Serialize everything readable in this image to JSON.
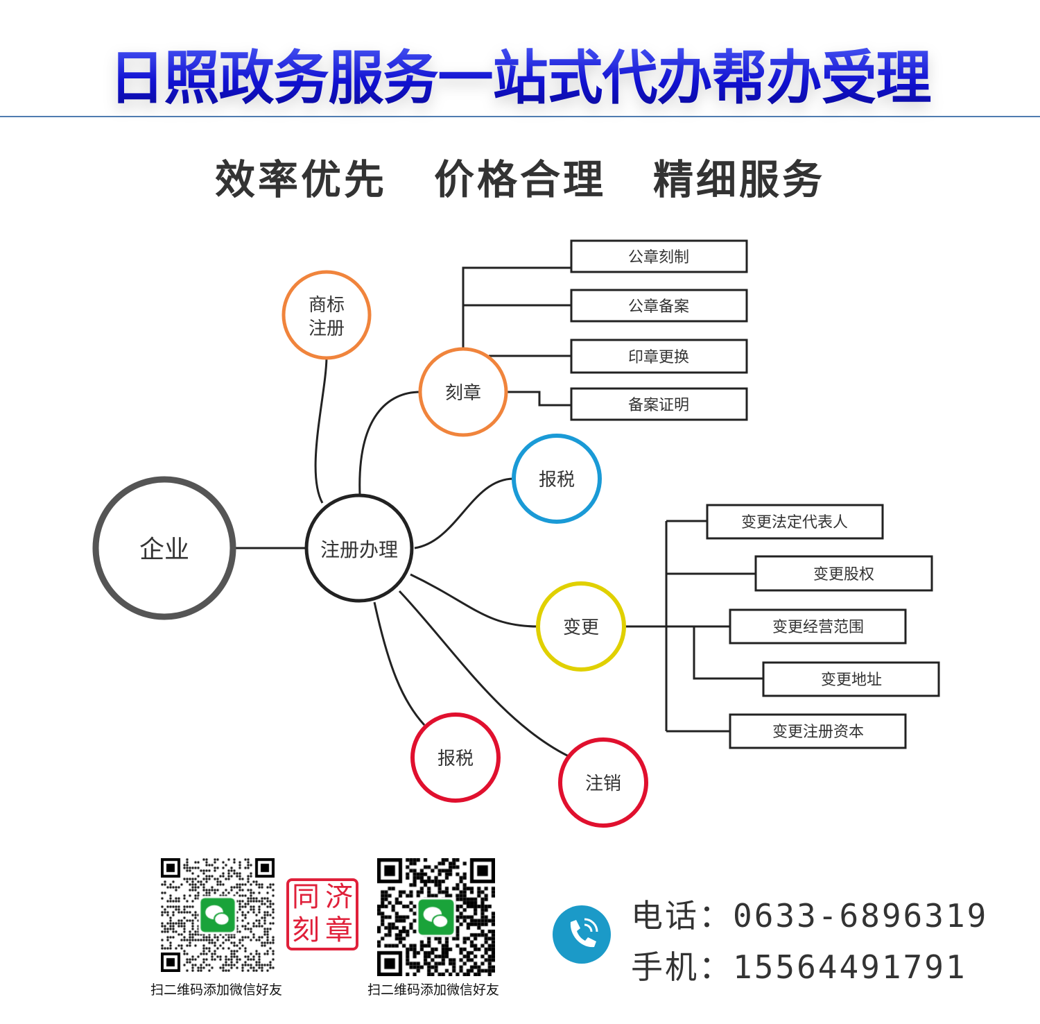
{
  "header": {
    "title": "日照政务服务一站式代办帮办受理"
  },
  "slogans": [
    "效率优先",
    "价格合理",
    "精细服务"
  ],
  "diagram": {
    "root": "企业",
    "hub": "注册办理",
    "nodes": {
      "trademark": "商标注册",
      "trademark_l1": "商标",
      "trademark_l2": "注册",
      "seal": "刻章",
      "tax_blue": "报税",
      "change": "变更",
      "tax_red": "报税",
      "cancel": "注销"
    },
    "seal_items": [
      "公章刻制",
      "公章备案",
      "印章更换",
      "备案证明"
    ],
    "change_items": [
      "变更法定代表人",
      "变更股权",
      "变更经营范围",
      "变更地址",
      "变更注册资本"
    ],
    "colors": {
      "orange": "#f0843c",
      "blue": "#1a9ad6",
      "yellow": "#e0d000",
      "red": "#e0102e",
      "dark": "#222222",
      "root": "#555555"
    }
  },
  "footer": {
    "qr_captions": [
      "扫二维码添加微信好友",
      "扫二维码添加微信好友"
    ],
    "seal_logo": [
      "同",
      "济",
      "刻",
      "章"
    ],
    "phone_label": "电话：",
    "phone": "0633-6896319",
    "mobile_label": "手机：",
    "mobile": "15564491791"
  }
}
